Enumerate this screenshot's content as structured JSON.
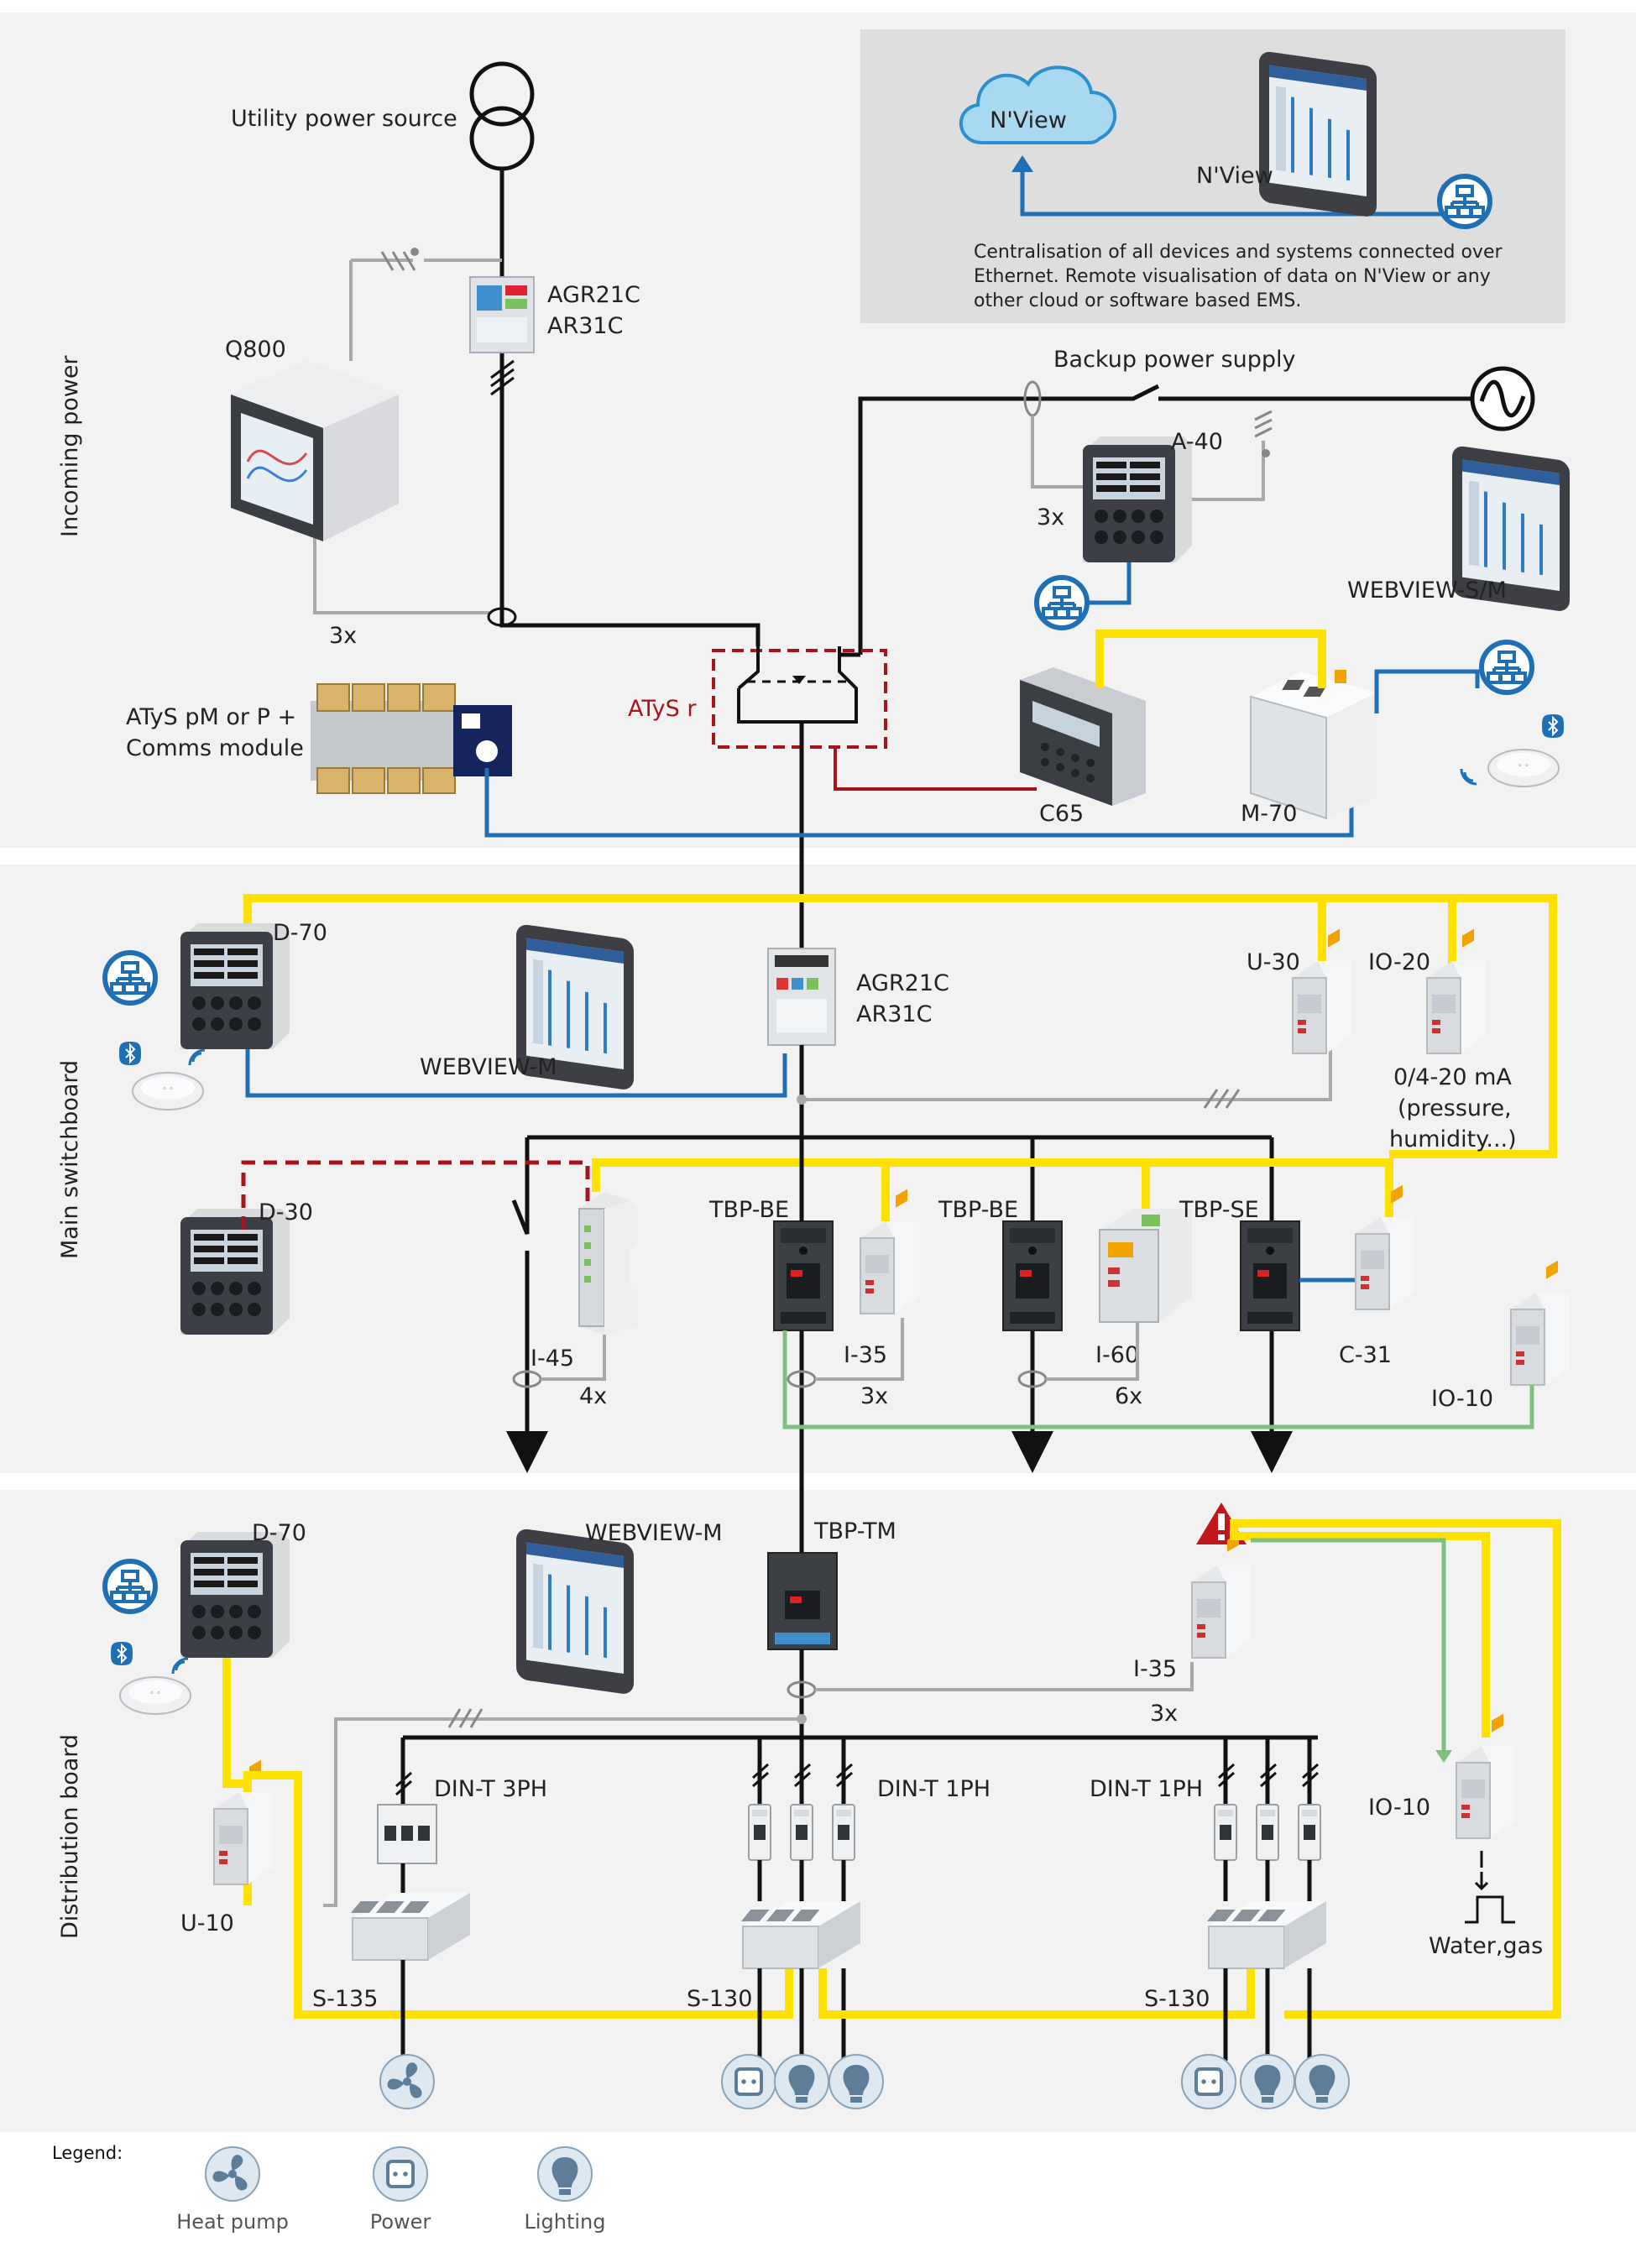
{
  "sections": {
    "incoming": "Incoming power",
    "main": "Main switchboard",
    "distribution": "Distribution board"
  },
  "colors": {
    "yellow_bus": "#ffe100",
    "blue_ethernet": "#1f6fb5",
    "red_control": "#a8141c",
    "green_io": "#7fbf7f",
    "grey_measure": "#a9a9a9",
    "black_power": "#111111"
  },
  "cloud": {
    "cloud_label": "N'View",
    "tablet_label": "N'View",
    "description_lines": [
      "Centralisation of all devices and systems connected over",
      "Ethernet. Remote visualisation of data on N'View or any",
      "other cloud or software based EMS."
    ]
  },
  "incoming": {
    "utility_label": "Utility power source",
    "agr_lines": [
      "AGR21C",
      "AR31C"
    ],
    "q800": "Q800",
    "ct_3x": "3x",
    "backup": "Backup power supply",
    "a40": "A-40",
    "a40_3x": "3x",
    "webview_sm": "WEBVIEW-S/M",
    "atys_lines": [
      "ATyS pM or P +",
      "Comms module"
    ],
    "atys_r": "ATyS r",
    "c65": "C65",
    "m70": "M-70"
  },
  "main": {
    "d70": "D-70",
    "webview_m": "WEBVIEW-M",
    "agr_lines": [
      "AGR21C",
      "AR31C"
    ],
    "u30": "U-30",
    "io20": "IO-20",
    "analog_lines": [
      "0/4-20 mA",
      "(pressure,",
      "humidity...)"
    ],
    "d30": "D-30",
    "tbp_be_1": "TBP-BE",
    "tbp_be_2": "TBP-BE",
    "tbp_se": "TBP-SE",
    "i45": "I-45",
    "i45_count": "4x",
    "i35": "I-35",
    "i35_count": "3x",
    "i60": "I-60",
    "i60_count": "6x",
    "c31": "C-31",
    "io10": "IO-10"
  },
  "dist": {
    "d70": "D-70",
    "webview_m": "WEBVIEW-M",
    "tbp_tm": "TBP-TM",
    "i35": "I-35",
    "i35_count": "3x",
    "u10": "U-10",
    "dint_3ph": "DIN-T 3PH",
    "dint_1ph_a": "DIN-T 1PH",
    "dint_1ph_b": "DIN-T 1PH",
    "s135": "S-135",
    "s130_a": "S-130",
    "s130_b": "S-130",
    "io10": "IO-10",
    "water_gas": "Water,gas"
  },
  "legend": {
    "title": "Legend:",
    "items": [
      {
        "label": "Heat pump",
        "icon": "fan-icon"
      },
      {
        "label": "Power",
        "icon": "socket-icon"
      },
      {
        "label": "Lighting",
        "icon": "bulb-icon"
      }
    ]
  }
}
